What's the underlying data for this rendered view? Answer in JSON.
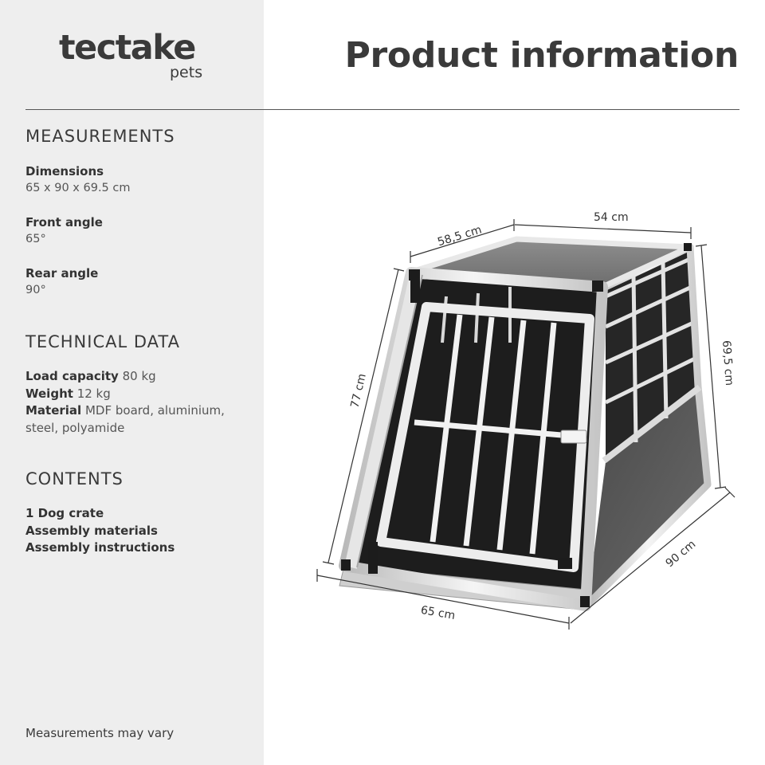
{
  "brand": {
    "name": "tectake",
    "sub": "pets"
  },
  "page_title": "Product information",
  "measurements": {
    "heading": "MEASUREMENTS",
    "items": [
      {
        "label": "Dimensions",
        "value": "65 x 90 x 69.5 cm"
      },
      {
        "label": "Front angle",
        "value": "65°"
      },
      {
        "label": "Rear angle",
        "value": "90°"
      }
    ]
  },
  "technical": {
    "heading": "TECHNICAL DATA",
    "load_label": "Load capacity",
    "load_value": "80 kg",
    "weight_label": "Weight",
    "weight_value": "12 kg",
    "material_label": "Material",
    "material_value": "MDF board, aluminium, steel, polyamide"
  },
  "contents": {
    "heading": "CONTENTS",
    "items": [
      "1 Dog crate",
      "Assembly materials",
      "Assembly instructions"
    ]
  },
  "footnote": "Measurements may vary",
  "dimensions": {
    "top_depth": "58,5 cm",
    "top_width": "54 cm",
    "front_height": "77 cm",
    "rear_height": "69,5 cm",
    "bottom_width": "65 cm",
    "bottom_depth": "90 cm"
  }
}
